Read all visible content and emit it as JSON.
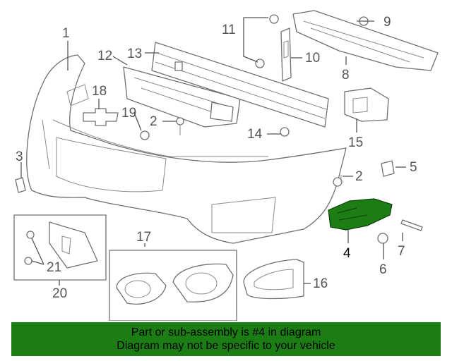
{
  "callouts": {
    "c1": "1",
    "c2a": "2",
    "c2b": "2",
    "c3": "3",
    "c4": "4",
    "c5": "5",
    "c6": "6",
    "c7": "7",
    "c8": "8",
    "c9": "9",
    "c10": "10",
    "c11": "11",
    "c12": "12",
    "c13": "13",
    "c14": "14",
    "c15": "15",
    "c16": "16",
    "c17": "17",
    "c18": "18",
    "c19": "19",
    "c20": "20",
    "c21": "21"
  },
  "highlighted_part": "4",
  "colors": {
    "highlight": "#1b7d14",
    "banner": "#1b7d14",
    "line_art": "#707070"
  },
  "banner": {
    "line1": "Part or sub-assembly is #4 in diagram",
    "line2": "Diagram may not be specific to your vehicle"
  }
}
